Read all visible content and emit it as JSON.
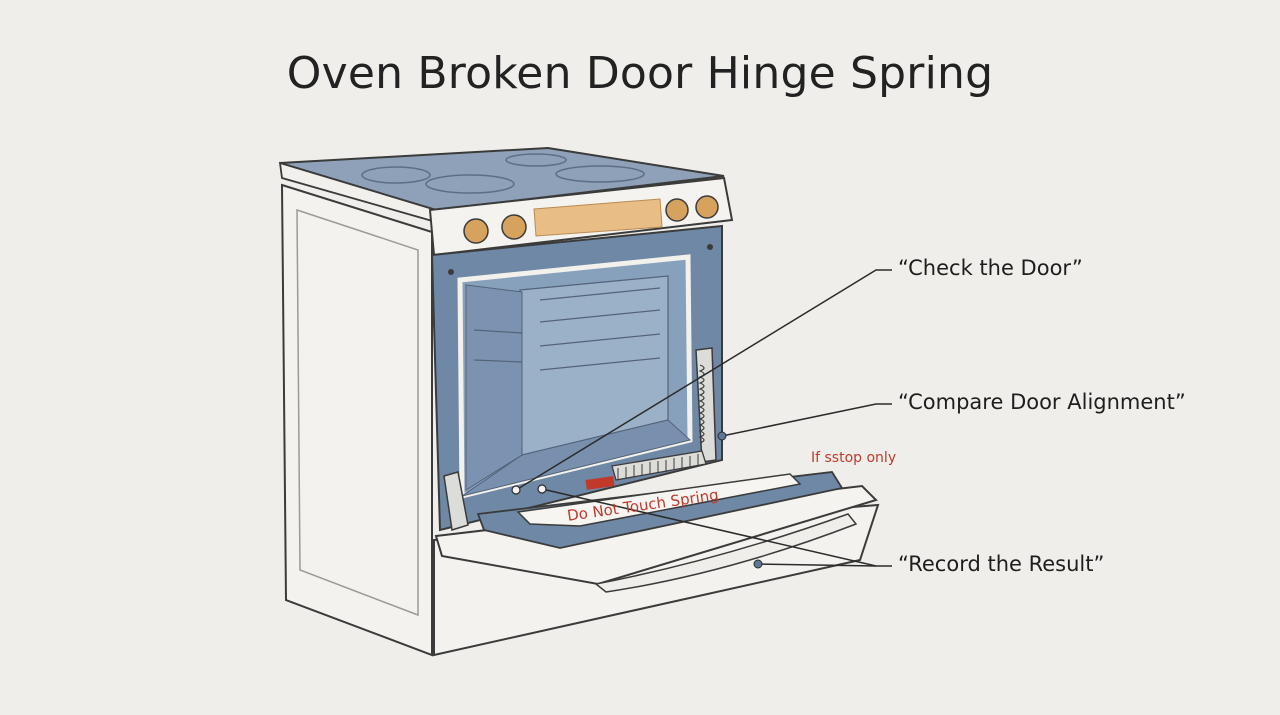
{
  "title": "Oven Broken Door Hinge Spring",
  "callouts": {
    "check_door": "“Check the Door”",
    "compare_alignment": "“Compare Door Alignment”",
    "record_result": "“Record the Result”"
  },
  "annotations": {
    "if_stop_only": "If sstop only",
    "do_not_touch": "Do Not Touch Spring"
  },
  "colors": {
    "background": "#efeeea",
    "oven_interior": "#7f97b3",
    "oven_body": "#f4f3ef",
    "knob": "#d7a15e",
    "warning": "#c0392b"
  }
}
